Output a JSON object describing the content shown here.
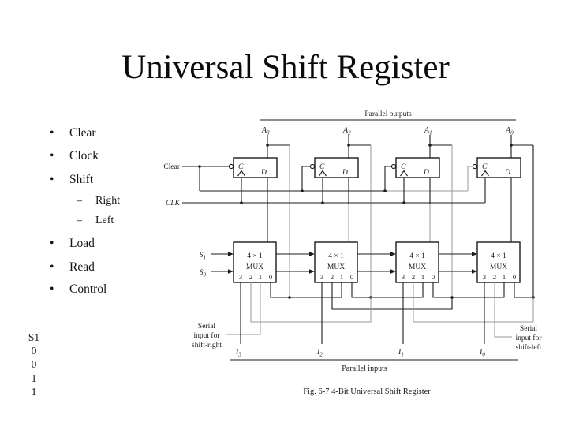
{
  "slide": {
    "title": "Universal Shift Register"
  },
  "bullets": {
    "bullet_glyph": "•",
    "dash_glyph": "–",
    "items": [
      {
        "label": "Clear",
        "level": 1
      },
      {
        "label": "Clock",
        "level": 1
      },
      {
        "label": "Shift",
        "level": 1
      },
      {
        "label": "Right",
        "level": 2
      },
      {
        "label": "Left",
        "level": 2
      },
      {
        "label": "Load",
        "level": 1
      },
      {
        "label": "Read",
        "level": 1
      },
      {
        "label": "Control",
        "level": 1
      }
    ]
  },
  "side_panel": {
    "values": [
      "S1",
      "0",
      "0",
      "1",
      "1"
    ]
  },
  "diagram": {
    "parallel_outputs_label": "Parallel outputs",
    "parallel_inputs_label": "Parallel inputs",
    "caption": "Fig. 6-7  4-Bit Universal Shift Register",
    "clear_label": "Clear",
    "clk_label": "CLK",
    "serial_right_lines": [
      "Serial",
      "input for",
      "shift-right"
    ],
    "serial_left_lines": [
      "Serial",
      "input for",
      "shift-left"
    ],
    "select_inputs": [
      {
        "base": "S",
        "sub": "1"
      },
      {
        "base": "S",
        "sub": "0"
      }
    ],
    "outputs": [
      {
        "base": "A",
        "sub": "3"
      },
      {
        "base": "A",
        "sub": "2"
      },
      {
        "base": "A",
        "sub": "1"
      },
      {
        "base": "A",
        "sub": "0"
      }
    ],
    "inputs": [
      {
        "base": "I",
        "sub": "3"
      },
      {
        "base": "I",
        "sub": "2"
      },
      {
        "base": "I",
        "sub": "1"
      },
      {
        "base": "I",
        "sub": "0"
      }
    ],
    "ff": {
      "clock_label": "C",
      "data_label": "D"
    },
    "mux": {
      "line1": "4 × 1",
      "line2": "MUX",
      "ports": [
        "3",
        "2",
        "1",
        "0"
      ]
    }
  }
}
